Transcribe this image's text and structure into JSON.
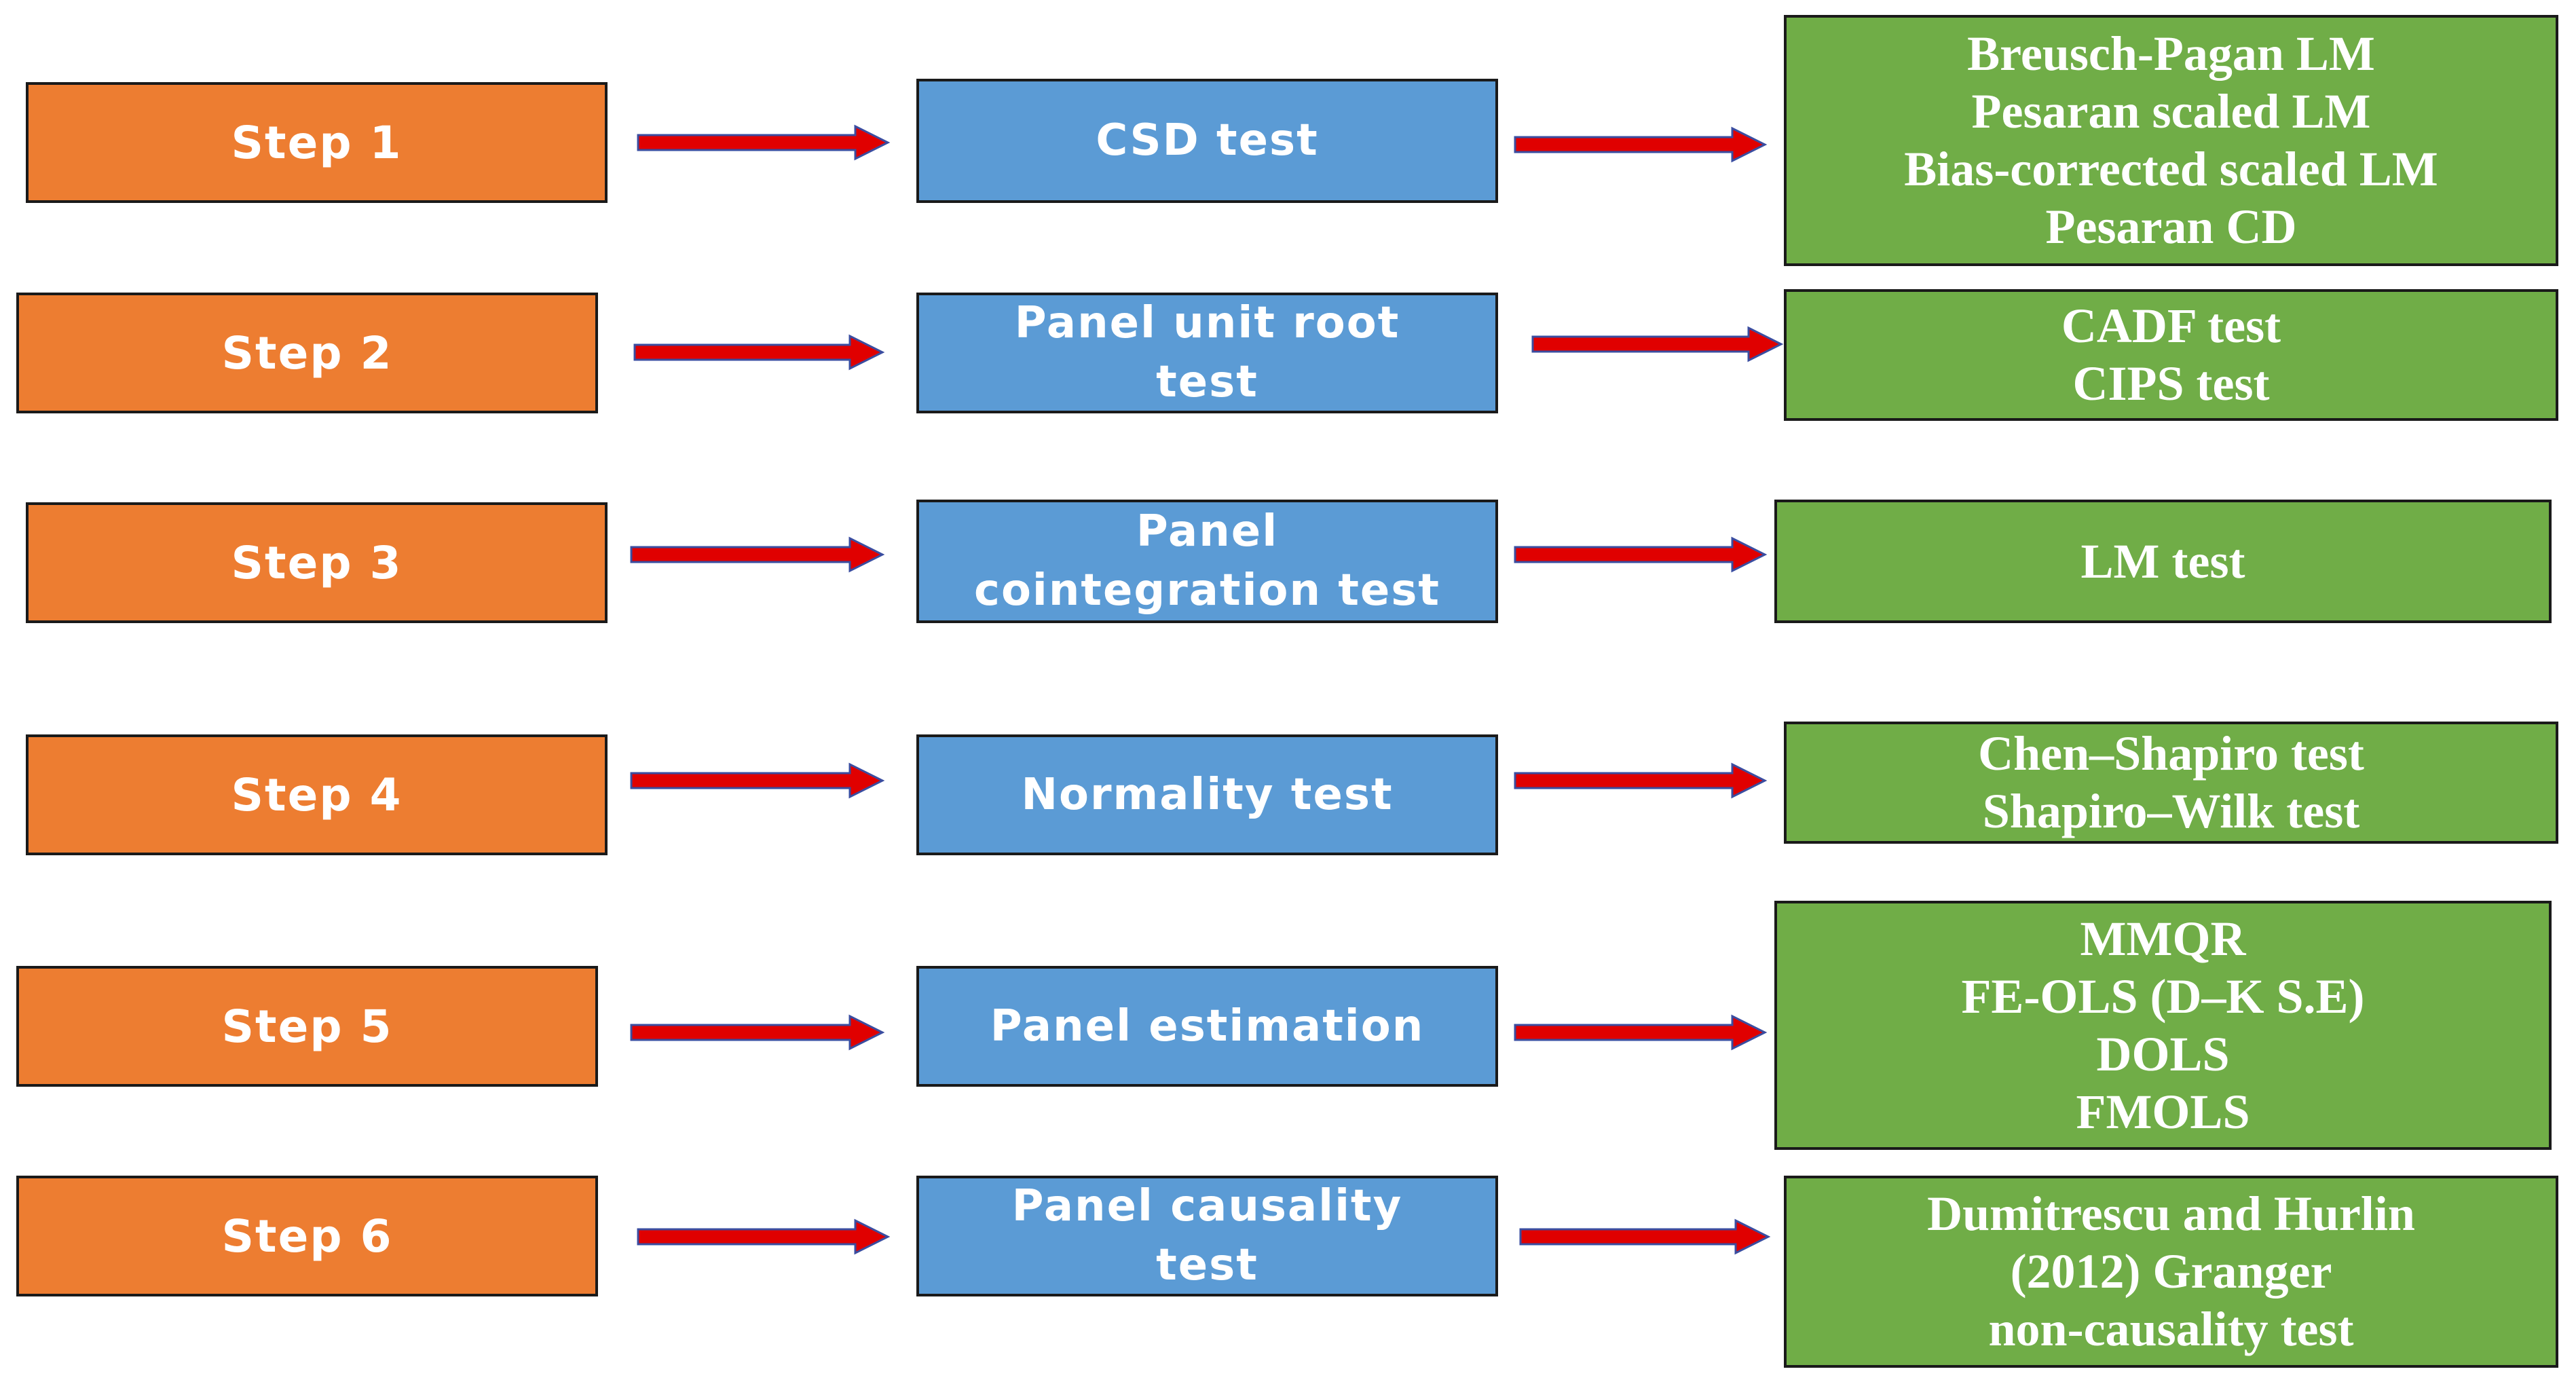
{
  "colors": {
    "step_fill": "#ED7D31",
    "test_fill": "#5B9BD5",
    "method_fill": "#70AD47",
    "arrow_fill": "#E00000",
    "arrow_outline": "#3A4DA0",
    "text": "#FFFFFF"
  },
  "rows": [
    {
      "step": "Step 1",
      "test": [
        "CSD test"
      ],
      "methods": [
        "Breusch-Pagan LM",
        "Pesaran scaled LM",
        "Bias-corrected scaled LM",
        "Pesaran CD"
      ]
    },
    {
      "step": "Step 2",
      "test": [
        "Panel unit root",
        "test"
      ],
      "methods": [
        "CADF test",
        "CIPS test"
      ]
    },
    {
      "step": "Step 3",
      "test": [
        "Panel",
        "cointegration test"
      ],
      "methods": [
        "LM test"
      ]
    },
    {
      "step": "Step 4",
      "test": [
        "Normality test"
      ],
      "methods": [
        "Chen–Shapiro  test",
        "Shapiro–Wilk test"
      ]
    },
    {
      "step": "Step 5",
      "test": [
        "Panel estimation"
      ],
      "methods": [
        "MMQR",
        "FE-OLS (D–K S.E)",
        "DOLS",
        "FMOLS"
      ]
    },
    {
      "step": "Step 6",
      "test": [
        "Panel causality",
        "test"
      ],
      "methods": [
        "Dumitrescu and Hurlin",
        "(2012) Granger",
        "non-causality test"
      ]
    }
  ]
}
